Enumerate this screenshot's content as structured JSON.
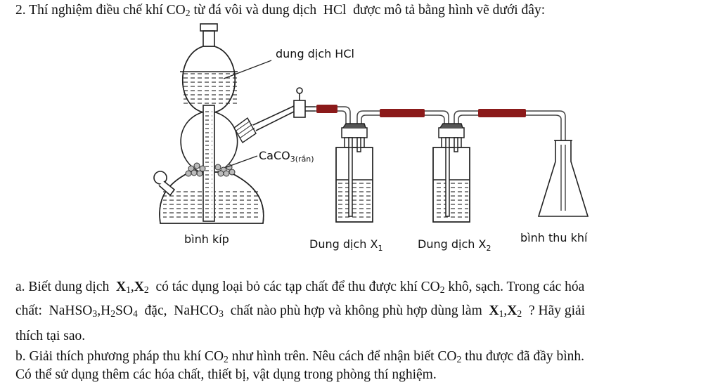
{
  "question": {
    "number": "2.",
    "title_html": "Thí nghiệm điều chế khí CO<sub>2</sub> từ đá vôi và dung dịch&nbsp; HCl&nbsp; được mô tả bằng hình vẽ dưới đây:"
  },
  "diagram": {
    "label_hcl": "dung dịch HCl",
    "label_caco3": "CaCO",
    "label_caco3_sub": "3(rắn)",
    "label_kip": "bình kíp",
    "label_x1": "Dung dịch X",
    "label_x1_sub": "1",
    "label_x2": "Dung dịch X",
    "label_x2_sub": "2",
    "label_collect": "bình thu khí"
  },
  "part_a": {
    "line1_html": "a. Biết dung dịch&nbsp; <b>X</b><sub>1</sub>,<b>X</b><sub>2</sub>&nbsp; có tác dụng loại bỏ các tạp chất để thu được khí CO<sub>2</sub> khô, sạch. Trong các hóa",
    "line2_html": "chất:&nbsp; NaHSO<sub>3</sub>,H<sub>2</sub>SO<sub>4</sub>&nbsp; đặc,&nbsp; NaHCO<sub>3</sub>&nbsp; chất nào phù hợp và không phù hợp dùng làm&nbsp; <b>X</b><sub>1</sub>,<b>X</b><sub>2</sub>&nbsp; ? Hãy giải",
    "line3": "thích tại sao."
  },
  "part_b": {
    "line1_html": "b. Giải thích phương pháp thu khí CO<sub>2</sub> như hình trên. Nêu cách để nhận biết CO<sub>2</sub> thu được đã đầy bình.",
    "line2": "Có thể sử dụng thêm các hóa chất, thiết bị, vật dụng trong phòng thí nghiệm."
  }
}
